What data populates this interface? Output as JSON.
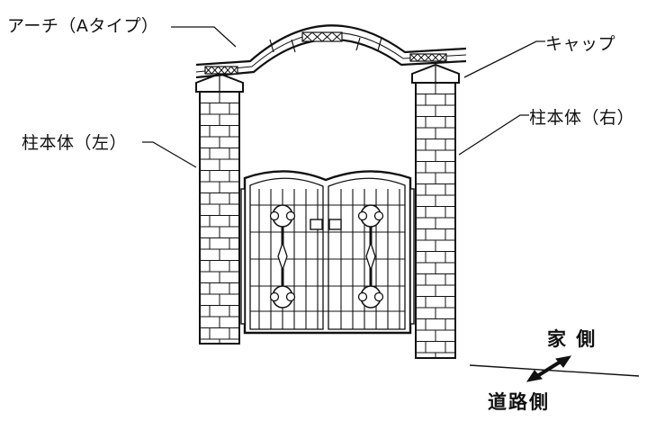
{
  "labels": {
    "arch": "アーチ（Aタイプ）",
    "cap": "キャップ",
    "pillar_right": "柱本体（右）",
    "pillar_left": "柱本体（左）",
    "house_side": "家 側",
    "road_side": "道路側"
  },
  "colors": {
    "line": "#111111",
    "fill": "#ffffff"
  }
}
